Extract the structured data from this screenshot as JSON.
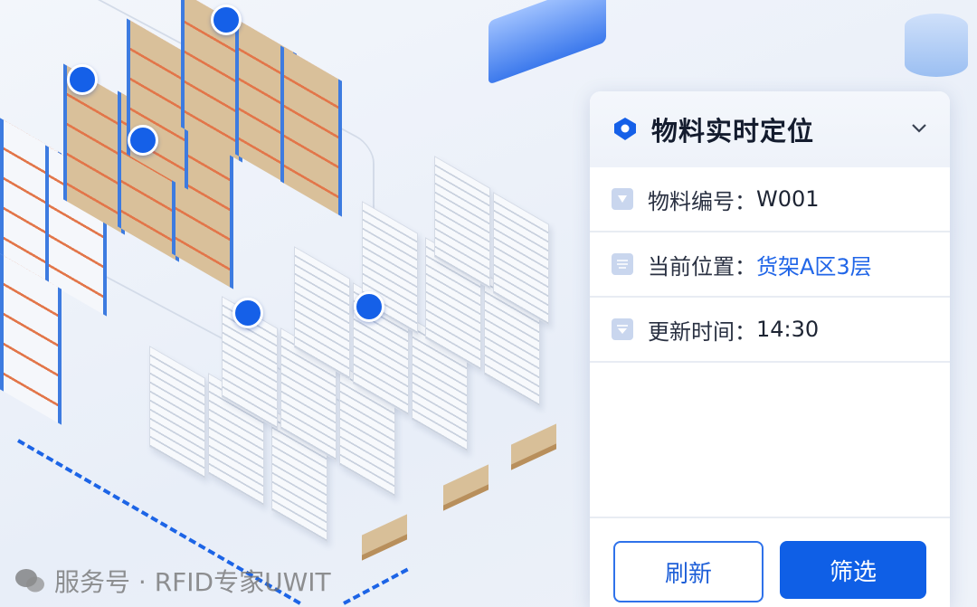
{
  "panel": {
    "title": "物料实时定位",
    "logo_icon": "location-cube-icon",
    "collapse_icon": "chevron-down-icon",
    "rows": [
      {
        "label": "物料编号：",
        "value": "W001",
        "icon": "triangle-down-icon"
      },
      {
        "label": "当前位置：",
        "value": "货架A区3层",
        "icon": "list-icon"
      },
      {
        "label": "更新时间：",
        "value": "14:30",
        "icon": "filter-icon"
      }
    ],
    "buttons": {
      "refresh": "刷新",
      "filter": "筛选"
    }
  },
  "colors": {
    "accent": "#0f5fe6",
    "link": "#2166e8",
    "pin": "#1560e8"
  },
  "watermark": "服务号 · RFID专家UWIT"
}
